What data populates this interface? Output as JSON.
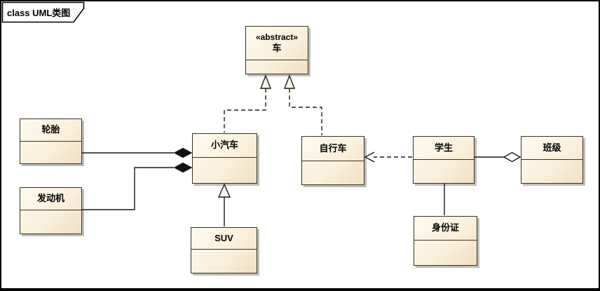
{
  "frame": {
    "label": "class UML类图"
  },
  "classes": [
    {
      "id": "vehicle",
      "stereotype": "«abstract»",
      "name": "车"
    },
    {
      "id": "tire",
      "name": "轮胎"
    },
    {
      "id": "engine",
      "name": "发动机"
    },
    {
      "id": "car",
      "name": "小汽车"
    },
    {
      "id": "suv",
      "name": "SUV"
    },
    {
      "id": "bicycle",
      "name": "自行车"
    },
    {
      "id": "student",
      "name": "学生"
    },
    {
      "id": "classroom",
      "name": "班级"
    },
    {
      "id": "idcard",
      "name": "身份证"
    }
  ],
  "relationships": [
    {
      "type": "realization",
      "from": "小汽车",
      "to": "车",
      "line": "dashed",
      "marker": "hollow-triangle"
    },
    {
      "type": "realization",
      "from": "自行车",
      "to": "车",
      "line": "dashed",
      "marker": "hollow-triangle"
    },
    {
      "type": "composition",
      "whole": "小汽车",
      "part": "轮胎",
      "line": "solid",
      "marker": "filled-diamond"
    },
    {
      "type": "composition",
      "whole": "小汽车",
      "part": "发动机",
      "line": "solid",
      "marker": "filled-diamond"
    },
    {
      "type": "generalization",
      "from": "SUV",
      "to": "小汽车",
      "line": "solid",
      "marker": "hollow-triangle"
    },
    {
      "type": "dependency",
      "from": "学生",
      "to": "自行车",
      "line": "dashed",
      "marker": "open-arrow"
    },
    {
      "type": "aggregation",
      "whole": "班级",
      "part": "学生",
      "line": "solid",
      "marker": "hollow-diamond"
    },
    {
      "type": "association",
      "from": "学生",
      "to": "身份证",
      "line": "solid",
      "marker": "none"
    }
  ],
  "colors": {
    "box_fill_light": "#fdfaf0",
    "box_fill_dark": "#f1e0c2",
    "box_border": "#39311f",
    "connector": "#1a1a1a",
    "shadow": "#9b9b9b",
    "background": "#ffffff"
  }
}
